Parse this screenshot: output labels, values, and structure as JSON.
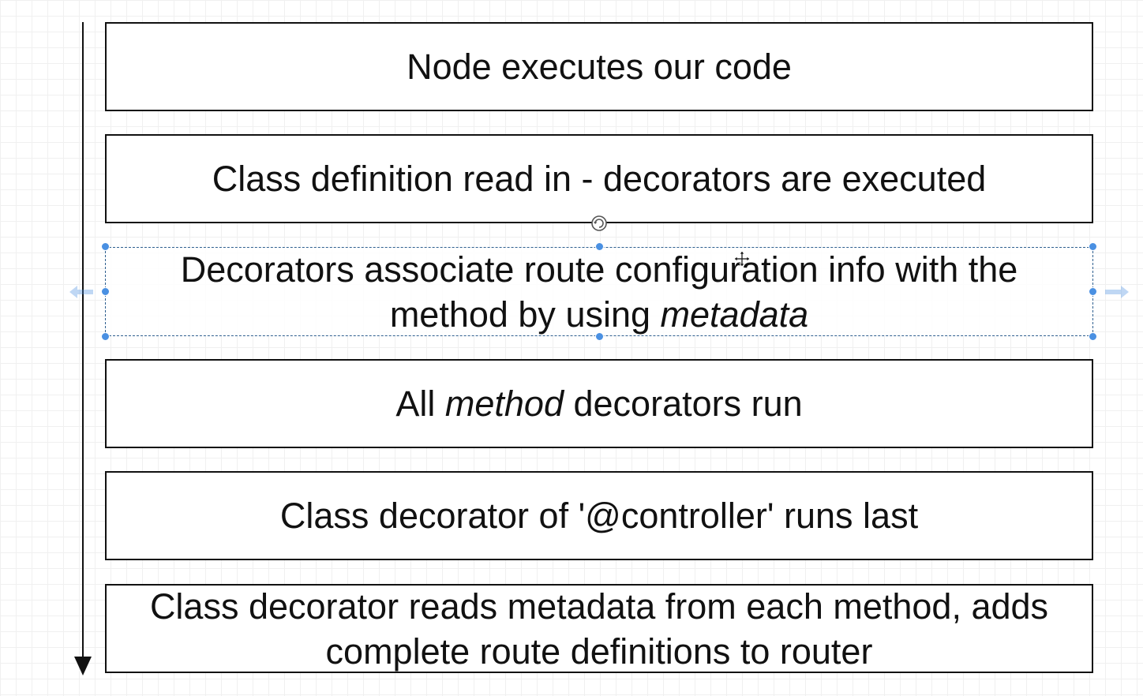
{
  "steps": [
    {
      "text": "Node executes our code"
    },
    {
      "text": "Class definition read in - decorators are executed"
    },
    {
      "line1": "Decorators associate route configuration info with the",
      "line2_prefix": "method by using",
      "line2_italic": "metadata"
    },
    {
      "prefix": "All",
      "italic": "method",
      "suffix": "decorators run"
    },
    {
      "text": "Class decorator of '@controller' runs last"
    },
    {
      "line1": "Class decorator reads metadata from each method, adds",
      "line2": "complete route definitions to router"
    }
  ],
  "colors": {
    "border": "#111111",
    "selection": "#4a90e2",
    "grid": "#f0f0f0"
  },
  "icons": {
    "rotate": "rotate-icon",
    "move": "move-cursor-icon",
    "flow": "flow-arrow-icon"
  }
}
